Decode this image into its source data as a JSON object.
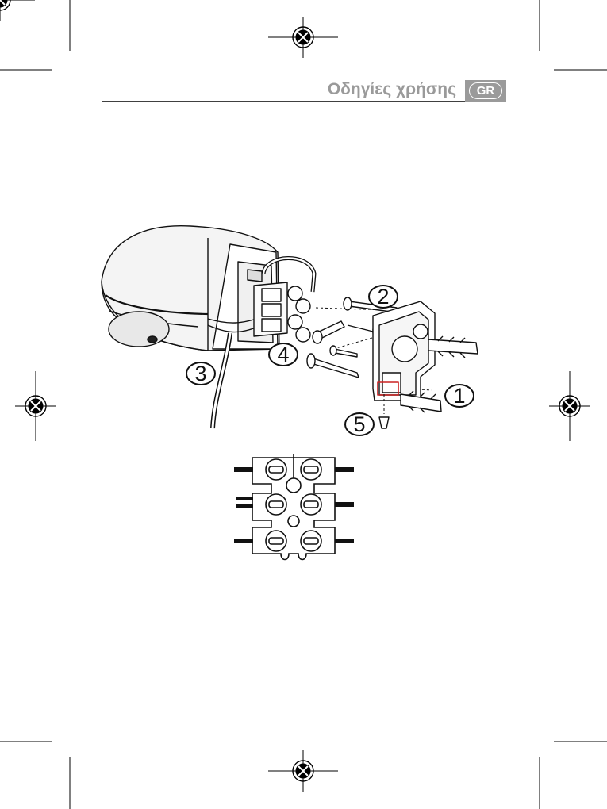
{
  "header": {
    "title": "Οδηγίες χρήσης",
    "language_badge": "GR",
    "rule_color": "#000000",
    "accent_color": "#9a9a9a"
  },
  "figure": {
    "callouts": [
      "1",
      "2",
      "3",
      "4",
      "5"
    ],
    "highlight_color": "#cc2222"
  },
  "print_marks": {
    "registration_mark": "registration-crosshair-icon",
    "crop_mark": "crop-line"
  }
}
